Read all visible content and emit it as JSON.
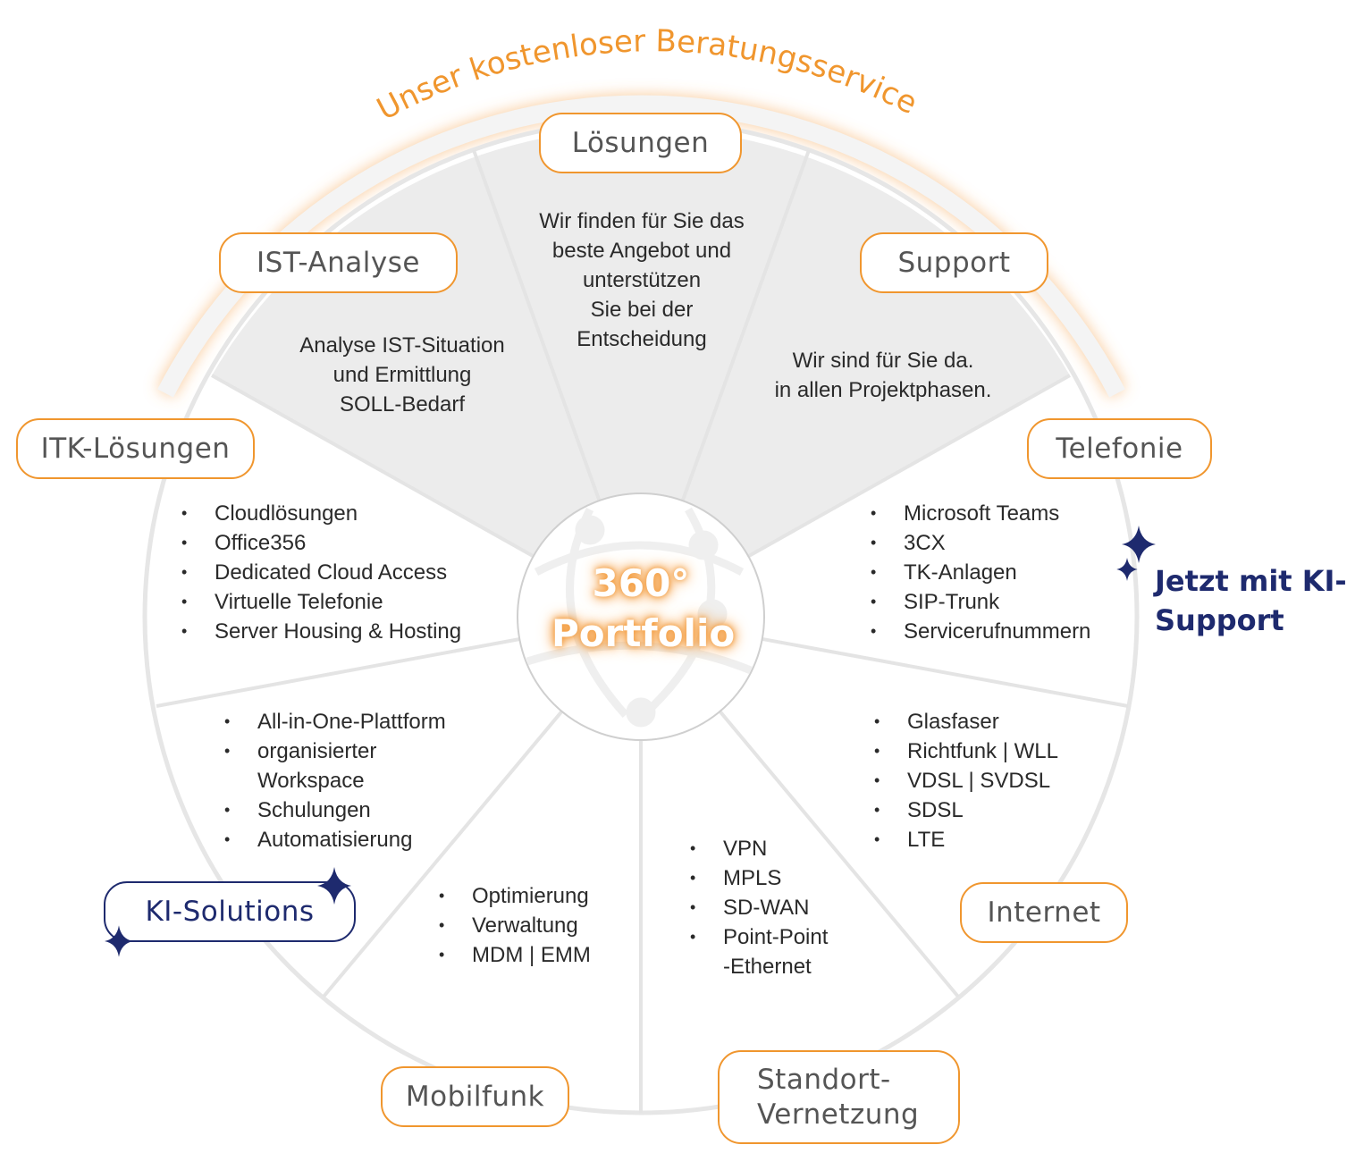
{
  "arc_title": "Unser kostenloser Beratungsservice",
  "hub": {
    "line1": "360°",
    "line2": "Portfolio"
  },
  "colors": {
    "accent": "#f0962e",
    "ki": "#1e2a6e",
    "sector_fill": "#ececec",
    "spoke": "#e2e2e2"
  },
  "consulting": [
    {
      "label": "IST-Analyse",
      "lines": [
        "Analyse IST-Situation",
        "und Ermittlung",
        "SOLL-Bedarf"
      ]
    },
    {
      "label": "Lösungen",
      "lines": [
        "Wir finden für Sie das",
        "beste Angebot und",
        "unterstützen",
        "Sie bei der",
        "Entscheidung"
      ]
    },
    {
      "label": "Support",
      "lines": [
        "Wir sind für Sie da.",
        "in allen Projektphasen."
      ]
    }
  ],
  "segments": [
    {
      "label": "ITK-Lösungen",
      "items": [
        "Cloudlösungen",
        "Office356",
        "Dedicated Cloud Access",
        "Virtuelle Telefonie",
        "Server Housing & Hosting"
      ]
    },
    {
      "label": "Telefonie",
      "items": [
        "Microsoft Teams",
        "3CX",
        "TK-Anlagen",
        "SIP-Trunk",
        "Servicerufnummern"
      ]
    },
    {
      "label": "KI-Solutions",
      "items": [
        "All-in-One-Plattform",
        "organisierter Workspace",
        "Schulungen",
        "Automatisierung"
      ]
    },
    {
      "label": "Internet",
      "items": [
        "Glasfaser",
        "Richtfunk | WLL",
        "VDSL | SVDSL",
        "SDSL",
        "LTE"
      ]
    },
    {
      "label": "Mobilfunk",
      "items": [
        "Optimierung",
        "Verwaltung",
        "MDM | EMM"
      ]
    },
    {
      "label": "Standort-Vernetzung",
      "label_lines": [
        "Standort-",
        "Vernetzung"
      ],
      "items": [
        "VPN",
        "MPLS",
        "SD-WAN",
        "Point-Point -Ethernet"
      ]
    }
  ],
  "ki_note": {
    "line1": "Jetzt mit KI-",
    "line2": "Support"
  },
  "ki_items_display": {
    "organisierter": "organisierter",
    "workspace": "Workspace",
    "pp1": "Point-Point",
    "pp2": "-Ethernet"
  }
}
